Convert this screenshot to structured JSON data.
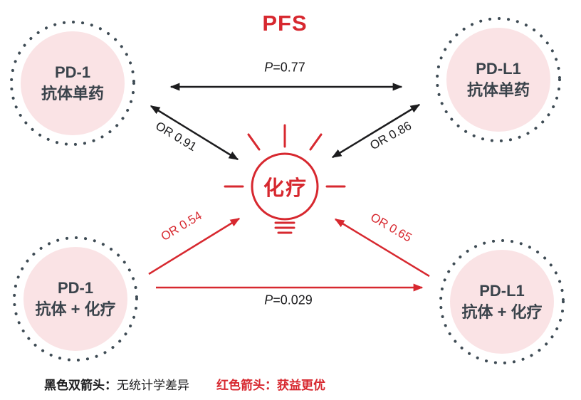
{
  "title": "PFS",
  "colors": {
    "red": "#d7282f",
    "pink": "#fae3e5",
    "dots": "#3e4b54",
    "ink": "#1c1c1e",
    "node_text": "#3a434b"
  },
  "nodes": [
    {
      "line1": "PD-1",
      "line2": "抗体单药"
    },
    {
      "line1": "PD-L1",
      "line2": "抗体单药"
    },
    {
      "line1": "PD-1",
      "line2": "抗体 + 化疗"
    },
    {
      "line1": "PD-L1",
      "line2": "抗体 + 化疗"
    }
  ],
  "center": {
    "label": "化疗"
  },
  "edges": {
    "top": {
      "label": "P=0.77",
      "style": "black-double-arrow"
    },
    "upper_left": {
      "label": "OR 0.91",
      "style": "black-double-arrow"
    },
    "upper_right": {
      "label": "OR 0.86",
      "style": "black-double-arrow"
    },
    "lower_left": {
      "label": "OR 0.54",
      "style": "red-single-arrow"
    },
    "lower_right": {
      "label": "OR 0.65",
      "style": "red-single-arrow"
    },
    "bottom": {
      "label": "P=0.029",
      "style": "red-single-arrow"
    }
  },
  "legend": {
    "black_label": "黑色双箭头：",
    "black_text": "无统计学差异",
    "red_label": "红色箭头：",
    "red_text": "获益更优"
  }
}
